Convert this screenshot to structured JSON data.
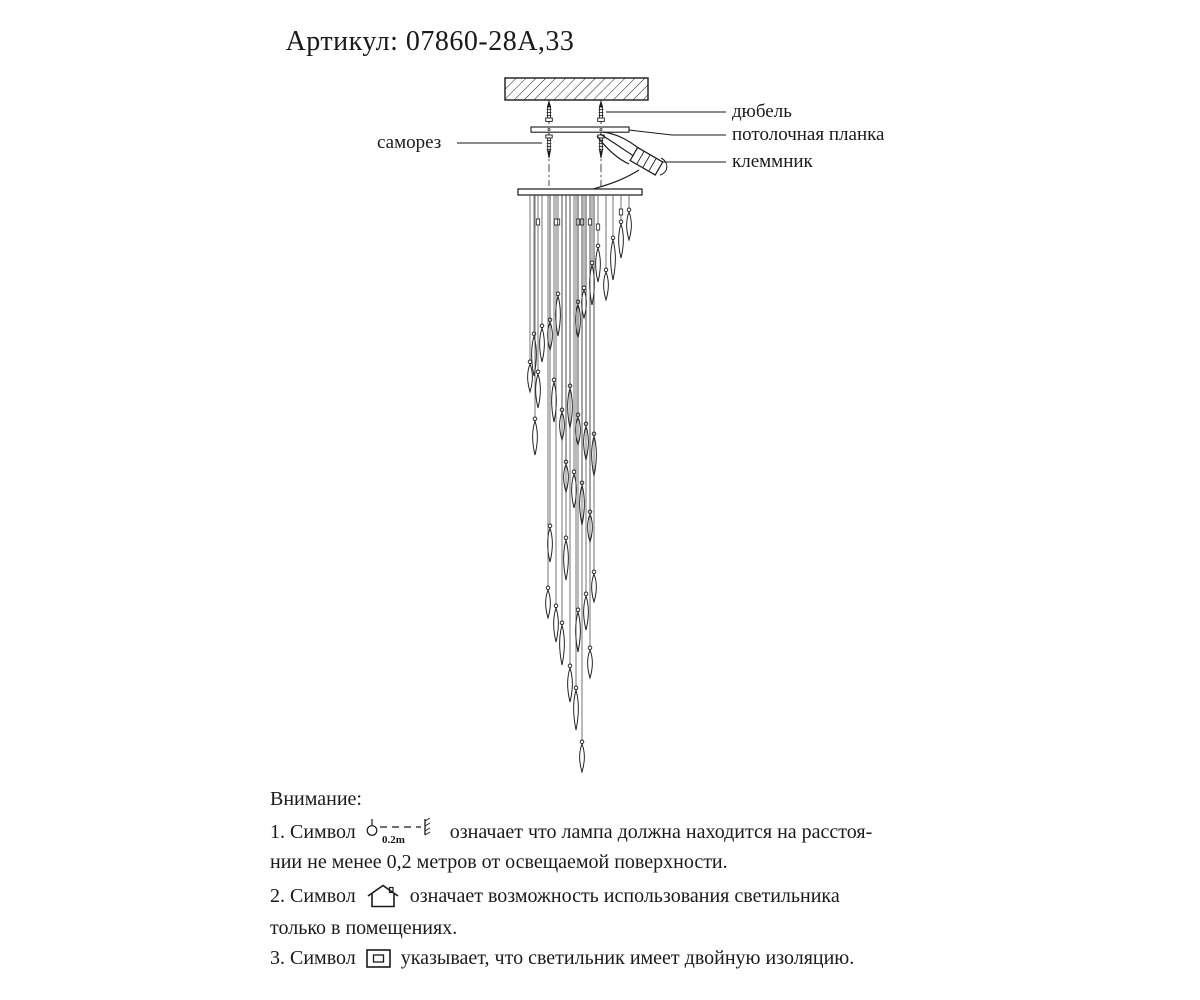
{
  "title": "Артикул: 07860-28А,33",
  "colors": {
    "ink": "#1a1a1a",
    "cable": "#3c3c3c",
    "background": "#ffffff"
  },
  "callouts": {
    "samorez": "саморез",
    "dyubel": "дюбель",
    "planka": "потолочная планка",
    "klemmnik": "клеммник"
  },
  "notes": {
    "heading": "Внимание:",
    "n1_prefix": "1. Символ",
    "n1_text": "означает что лампа должна находится на расстоя-",
    "n1_cont": "нии не менее 0,2 метров от освещаемой поверхности.",
    "n2_prefix": "2. Символ",
    "n2_text": "означает возможность использования светильника",
    "n2_cont": "только в помещениях.",
    "n3_prefix": "3. Символ",
    "n3_text": "указывает, что светильник имеет двойную изоляцию.",
    "distance_value": "0.2m"
  }
}
